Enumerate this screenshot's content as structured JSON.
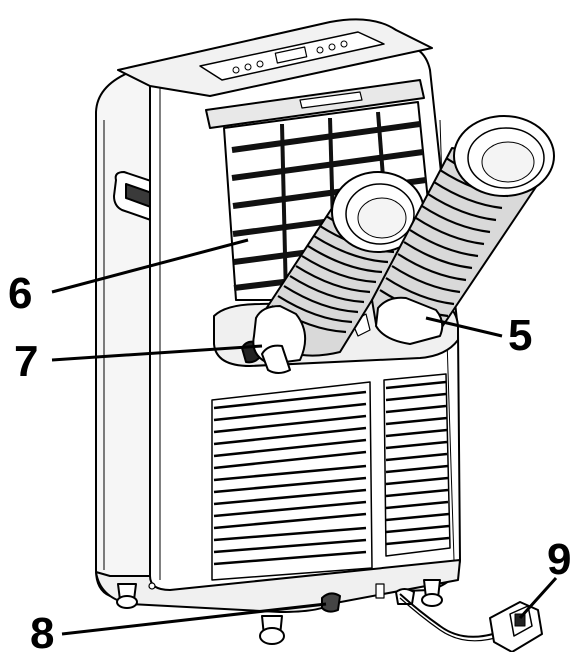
{
  "callouts": [
    {
      "id": "6",
      "label": "6",
      "part": "air-filter-grille"
    },
    {
      "id": "7",
      "label": "7",
      "part": "exhaust-hose-connector"
    },
    {
      "id": "5",
      "label": "5",
      "part": "intake-hose-connector"
    },
    {
      "id": "8",
      "label": "8",
      "part": "drain-outlet"
    },
    {
      "id": "9",
      "label": "9",
      "part": "power-plug"
    }
  ],
  "colors": {
    "line": "#000000",
    "body": "#ffffff",
    "shade": "#d8d8d8",
    "dark": "#2a2a2a"
  }
}
